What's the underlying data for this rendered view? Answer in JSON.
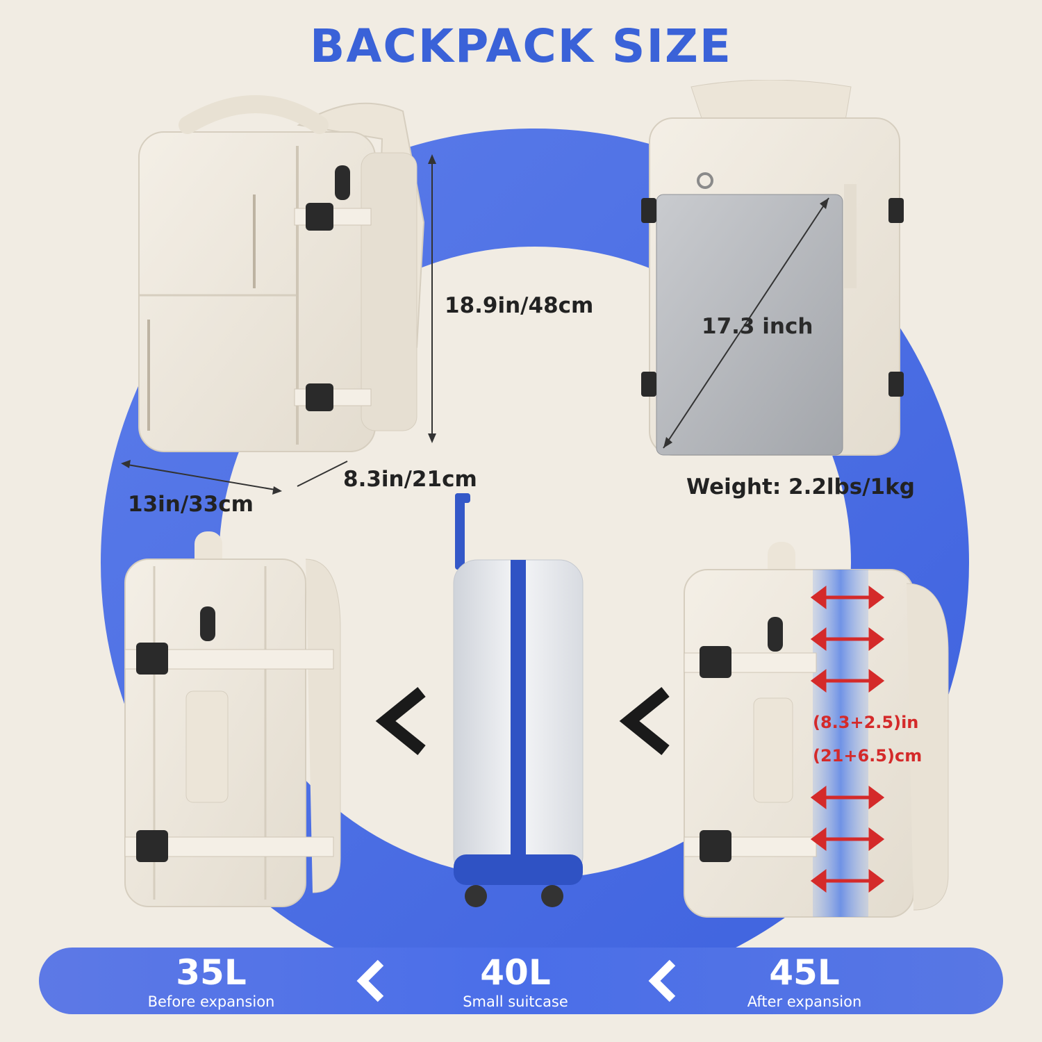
{
  "title": "BACKPACK SIZE",
  "dimensions": {
    "height": "18.9in/48cm",
    "width": "13in/33cm",
    "depth": "8.3in/21cm",
    "laptop": "17.3 inch",
    "weight": "Weight: 2.2lbs/1kg",
    "expansion_in": "(8.3+2.5)in",
    "expansion_cm": "(21+6.5)cm"
  },
  "capacities": [
    {
      "value": "35L",
      "label": "Before expansion"
    },
    {
      "value": "40L",
      "label": "Small suitcase"
    },
    {
      "value": "45L",
      "label": "After expansion"
    }
  ],
  "colors": {
    "accent": "#3a62d8",
    "ring": "#4a6be0",
    "backpack": "#efe8dc",
    "arrow_red": "#d42a2a"
  }
}
